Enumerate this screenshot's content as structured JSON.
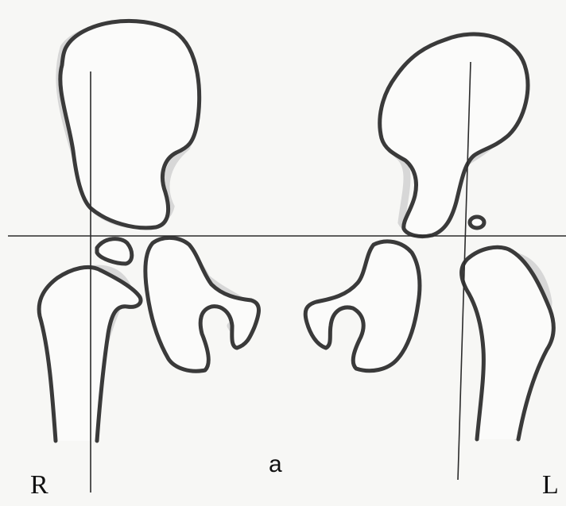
{
  "figure": {
    "panel_label": "a",
    "side_right_label": "R",
    "side_left_label": "L"
  }
}
